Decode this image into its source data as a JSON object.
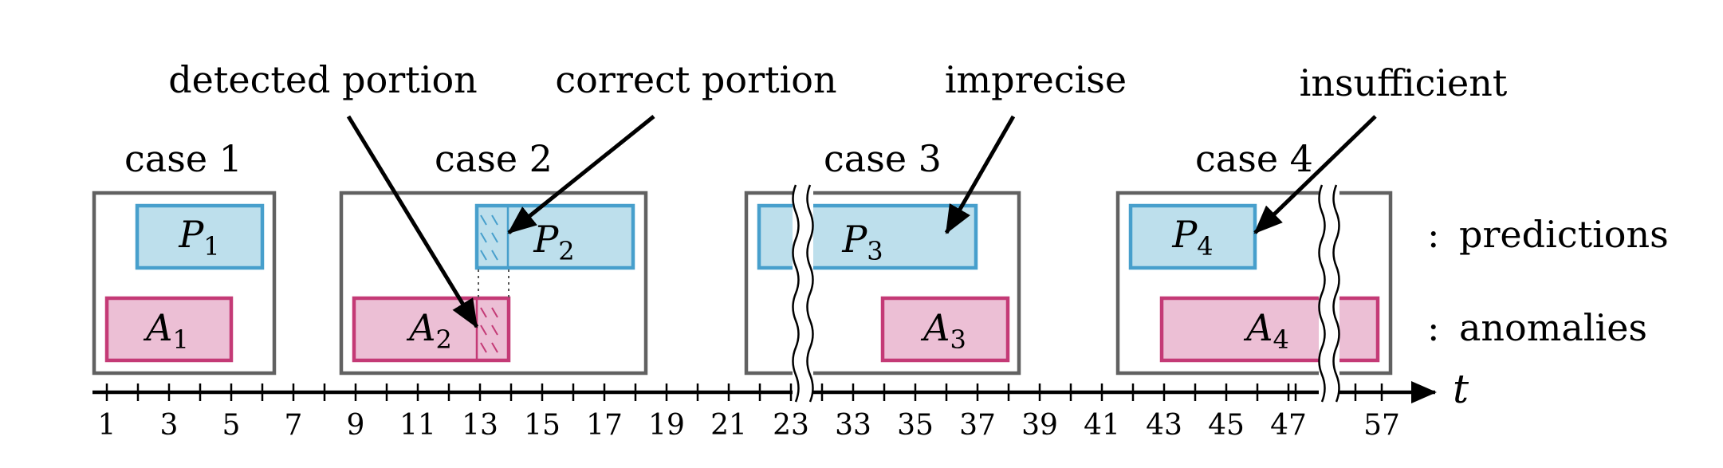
{
  "callouts": {
    "detected_portion": "detected portion",
    "correct_portion": "correct portion",
    "imprecise": "imprecise",
    "insufficient": "insufficient"
  },
  "cases": [
    {
      "title": "case 1",
      "prediction": "P",
      "prediction_sub": "1",
      "anomaly": "A",
      "anomaly_sub": "1"
    },
    {
      "title": "case 2",
      "prediction": "P",
      "prediction_sub": "2",
      "anomaly": "A",
      "anomaly_sub": "2"
    },
    {
      "title": "case 3",
      "prediction": "P",
      "prediction_sub": "3",
      "anomaly": "A",
      "anomaly_sub": "3"
    },
    {
      "title": "case 4",
      "prediction": "P",
      "prediction_sub": "4",
      "anomaly": "A",
      "anomaly_sub": "4"
    }
  ],
  "legend": {
    "colon": ":",
    "predictions": "predictions",
    "anomalies": "anomalies"
  },
  "axis": {
    "variable": "t",
    "tick_labels": [
      "1",
      "3",
      "5",
      "7",
      "9",
      "11",
      "13",
      "15",
      "17",
      "19",
      "21",
      "23",
      "33",
      "35",
      "37",
      "39",
      "41",
      "43",
      "45",
      "47",
      "57"
    ]
  },
  "colors": {
    "prediction_fill": "#bddfec",
    "prediction_stroke": "#479fcc",
    "anomaly_fill": "#ecbfd5",
    "anomaly_stroke": "#c43a76",
    "frame": "#616161"
  }
}
